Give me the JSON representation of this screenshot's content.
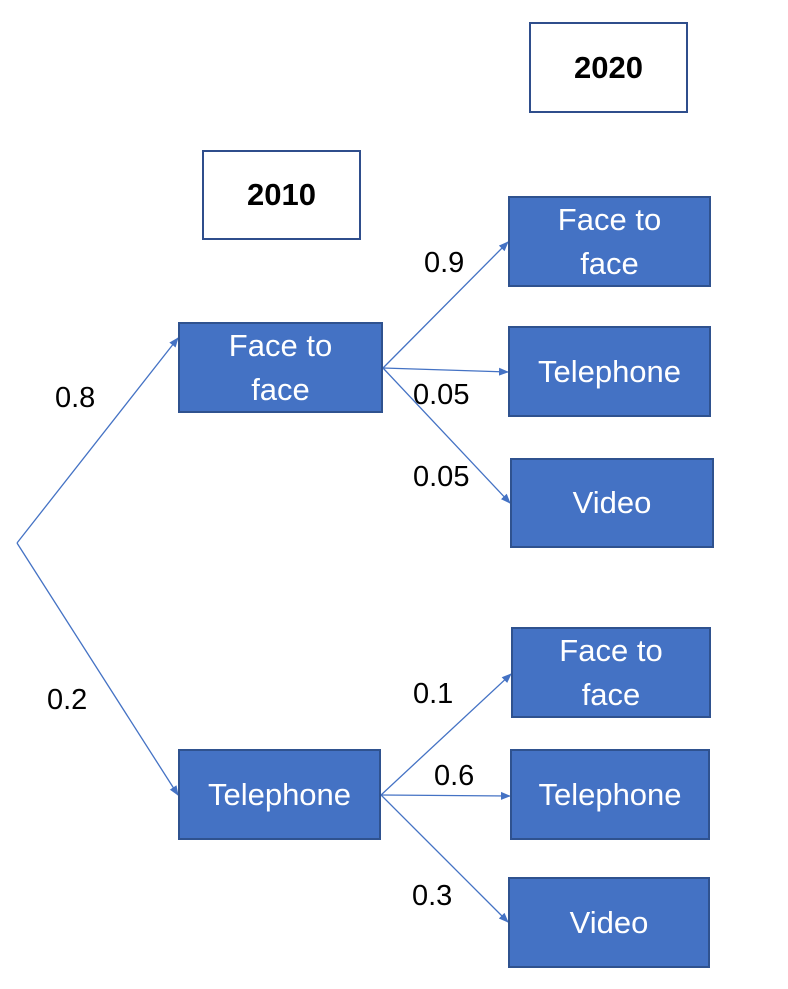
{
  "years": {
    "left": "2010",
    "right": "2020"
  },
  "tree": {
    "first_level": [
      {
        "label": "Face to face",
        "probability": "0.8"
      },
      {
        "label": "Telephone",
        "probability": "0.2"
      }
    ],
    "second_level_from_face_to_face": [
      {
        "label": "Face to face",
        "probability": "0.9"
      },
      {
        "label": "Telephone",
        "probability": "0.05"
      },
      {
        "label": "Video",
        "probability": "0.05"
      }
    ],
    "second_level_from_telephone": [
      {
        "label": "Face to face",
        "probability": "0.1"
      },
      {
        "label": "Telephone",
        "probability": "0.6"
      },
      {
        "label": "Video",
        "probability": "0.3"
      }
    ]
  },
  "colors": {
    "node_fill": "#4472c4",
    "node_border": "#2f528f",
    "edge": "#4472c4"
  }
}
